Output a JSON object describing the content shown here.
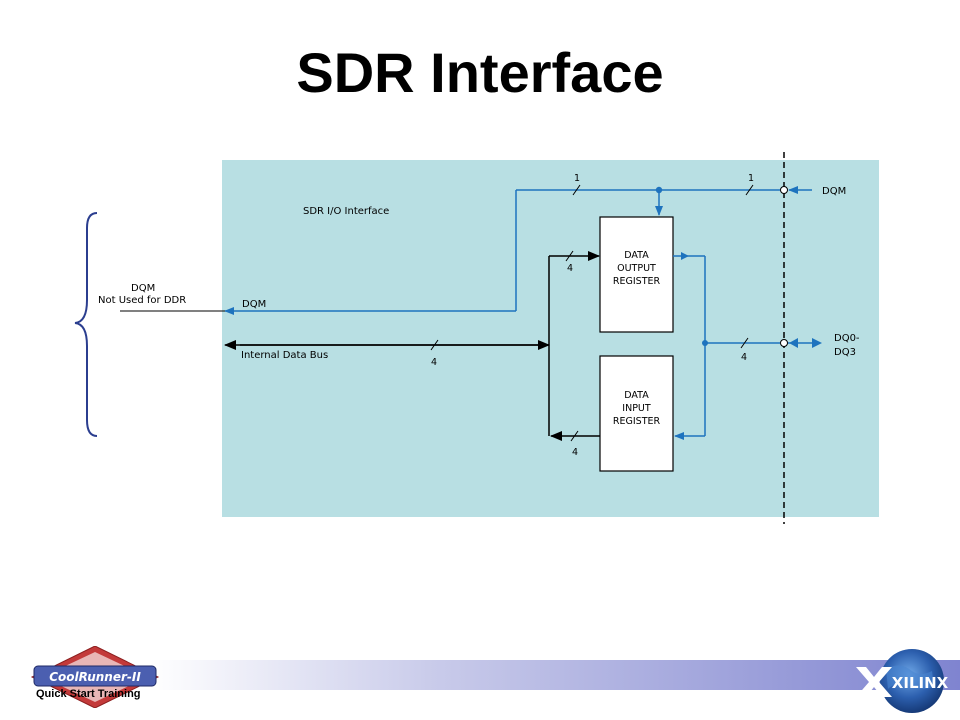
{
  "slide": {
    "title": "SDR Interface",
    "footer_caption": "Quick Start Training"
  },
  "logos": {
    "left_brand": "CoolRunner-II",
    "right_brand": "XILINX"
  },
  "diagram": {
    "panel_title": "SDR I/O Interface",
    "left_note_line1": "DQM",
    "left_note_line2": "Not Used for DDR",
    "internal_dqm_label": "DQM",
    "internal_bus_label": "Internal Data Bus",
    "blocks": {
      "output_register": [
        "DATA",
        "OUTPUT",
        "REGISTER"
      ],
      "input_register": [
        "DATA",
        "INPUT",
        "REGISTER"
      ]
    },
    "external_pins": {
      "dqm": "DQM",
      "dq_line1": "DQ0-",
      "dq_line2": "DQ3"
    },
    "bus_widths": {
      "dqm_top_left": "1",
      "dqm_top_right": "1",
      "into_output_register": "4",
      "internal_bus": "4",
      "external_dq": "4",
      "from_input_register": "4"
    }
  },
  "colors": {
    "panel_background": "#b8dfe3",
    "signal_blue": "#1e73be",
    "brace_blue": "#2b3e8f",
    "footer_gradient_end": "#7f84d0"
  }
}
